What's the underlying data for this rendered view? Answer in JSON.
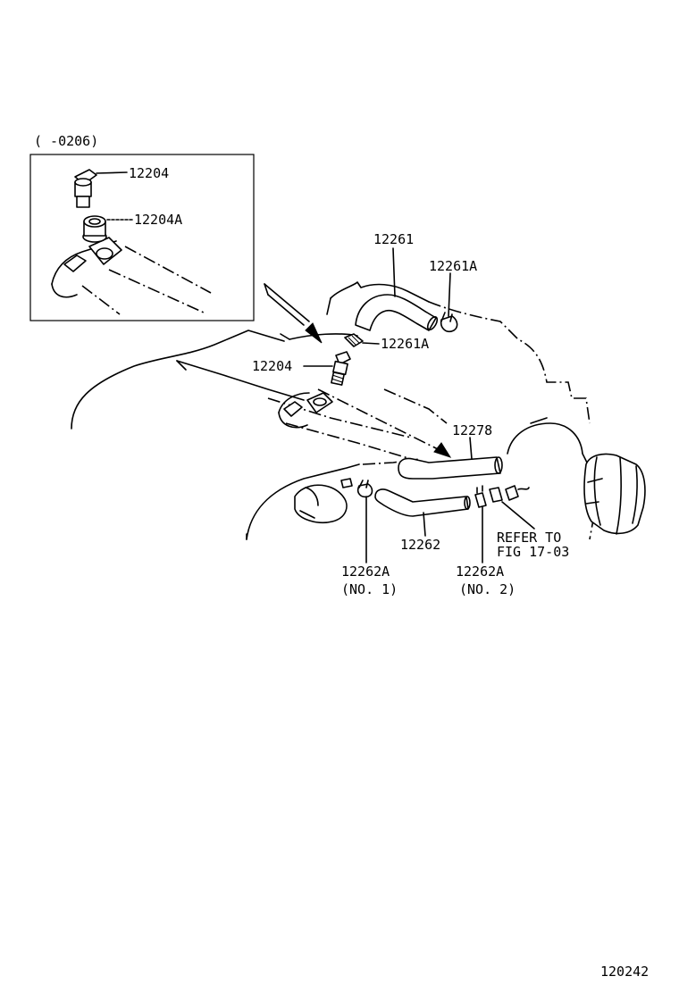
{
  "diagram": {
    "inset_range": "(      -0206)",
    "labels": {
      "inset_12204": "12204",
      "inset_12204A": "12204A",
      "p12261": "12261",
      "p12261A_top": "12261A",
      "p12261A_mid": "12261A",
      "p12204": "12204",
      "p12278": "12278",
      "p12262": "12262",
      "p12262A_no1": "12262A",
      "p12262A_no1_note": "(NO. 1)",
      "p12262A_no2": "12262A",
      "p12262A_no2_note": "(NO. 2)",
      "refer_line1": "REFER TO",
      "refer_line2": "FIG 17-03"
    },
    "figure_number": "120242"
  }
}
